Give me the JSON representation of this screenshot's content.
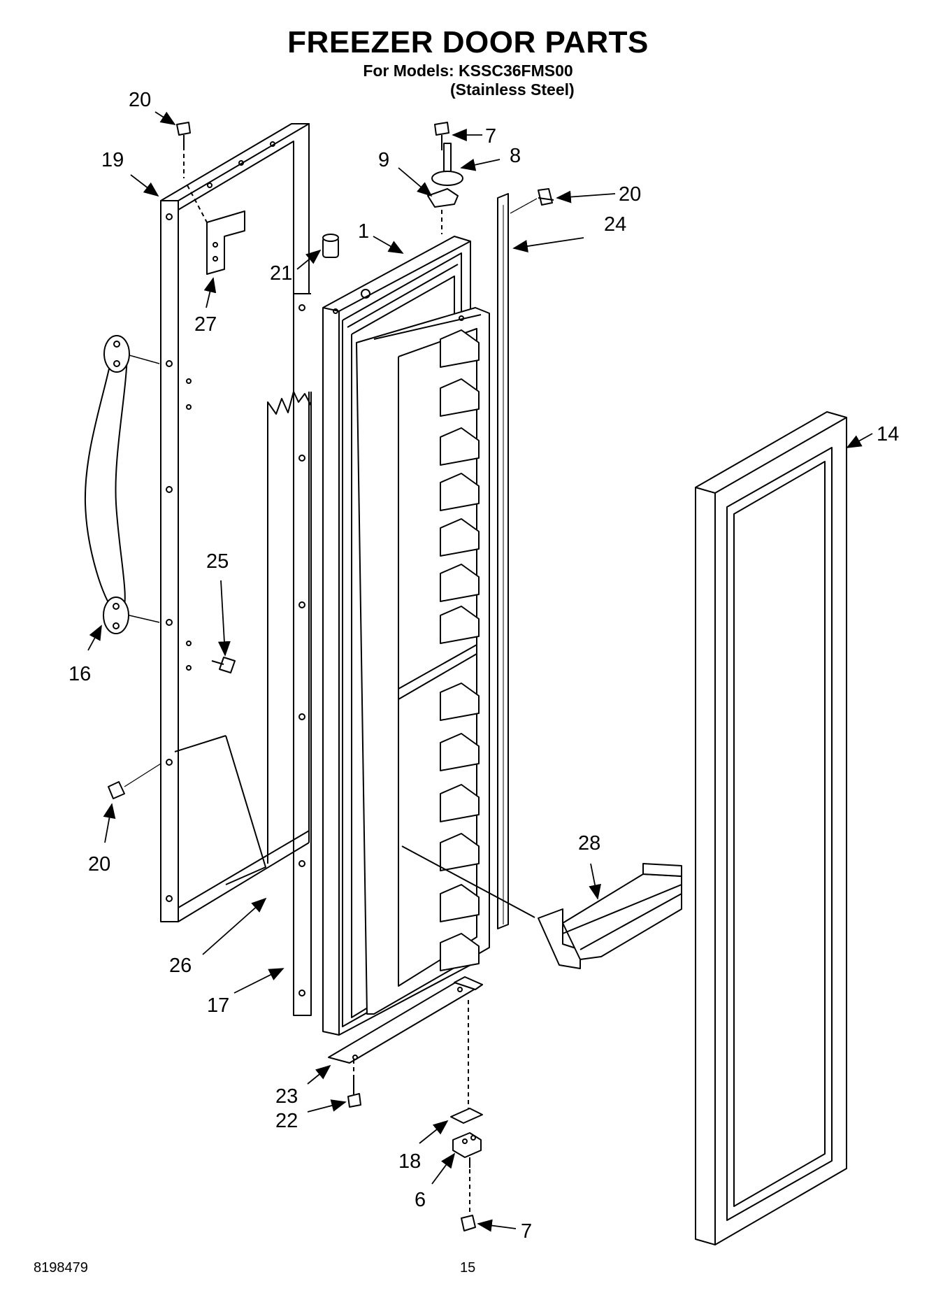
{
  "header": {
    "title": "FREEZER DOOR PARTS",
    "models_line": "For Models: KSSC36FMS00",
    "finish_line": "(Stainless Steel)"
  },
  "callouts": [
    "20",
    "19",
    "27",
    "16",
    "25",
    "20",
    "26",
    "17",
    "21",
    "1",
    "7",
    "8",
    "9",
    "20",
    "24",
    "14",
    "28",
    "23",
    "22",
    "18",
    "6",
    "7"
  ],
  "footer": {
    "doc_number": "8198479",
    "page_number": "15"
  }
}
